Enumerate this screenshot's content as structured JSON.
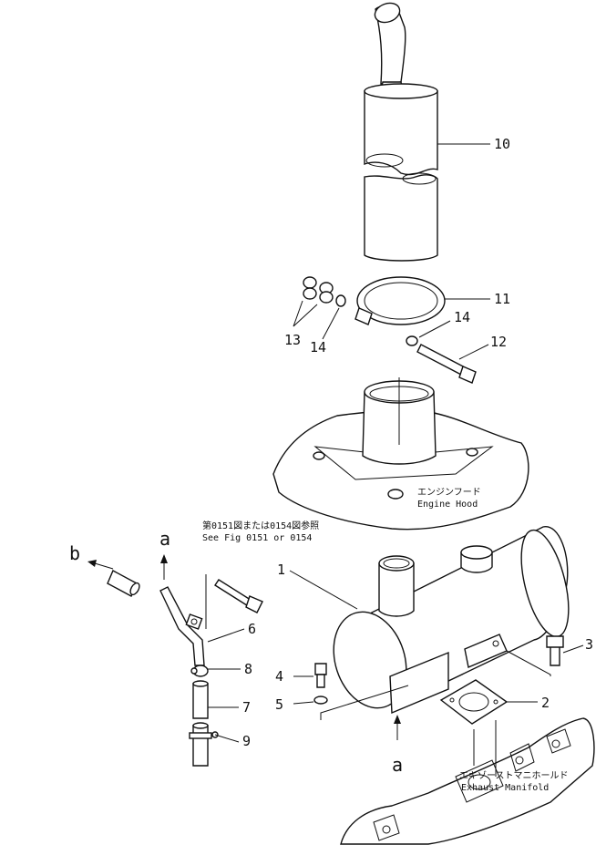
{
  "callouts": {
    "p1": "1",
    "p2": "2",
    "p3": "3",
    "p4": "4",
    "p5": "5",
    "p6": "6",
    "p7": "7",
    "p8": "8",
    "p9": "9",
    "p10": "10",
    "p11": "11",
    "p12": "12",
    "p13": "13",
    "p14a": "14",
    "p14b": "14"
  },
  "annotations": {
    "engine_hood_jp": "エンジンフード",
    "engine_hood_en": "Engine Hood",
    "see_fig_jp": "第0151図または0154図参照",
    "see_fig_en": "See Fig 0151 or 0154",
    "exhaust_manifold_jp": "エキゾーストマニホールド",
    "exhaust_manifold_en": "Exhaust Manifold",
    "arrow_a_top": "a",
    "arrow_a_bottom": "a",
    "arrow_b": "b"
  }
}
